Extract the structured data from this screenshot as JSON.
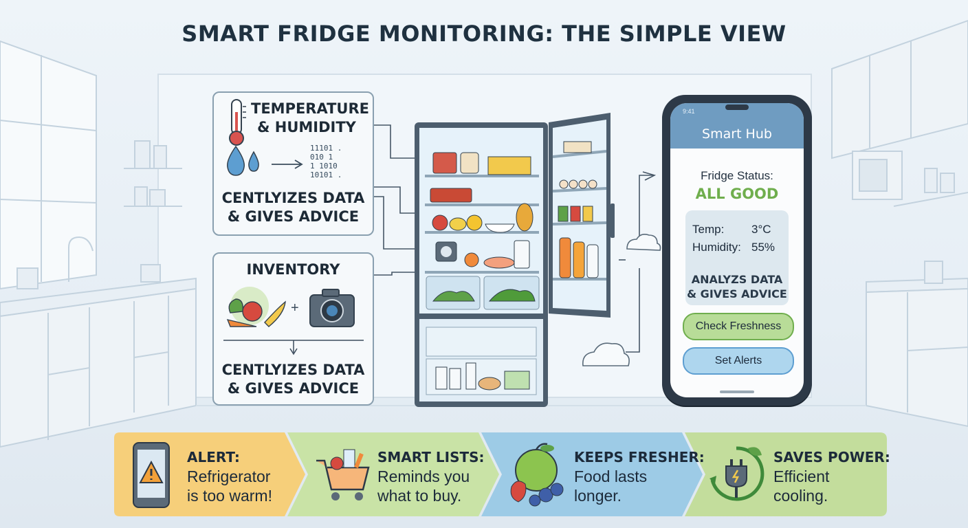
{
  "title": "SMART FRIDGE MONITORING: THE SIMPLE VIEW",
  "sensor_card": {
    "heading_line1": "TEMPERATURE",
    "heading_line2": "& HUMIDITY",
    "binary_lines": [
      "11101 .",
      "010 1",
      "1 1010",
      "10101 ."
    ],
    "footer_line1": "CENTLYIZES DATA",
    "footer_line2": "& GIVES ADVICE"
  },
  "inventory_card": {
    "heading": "INVENTORY",
    "plus": "+",
    "footer_line1": "CENTLYIZES DATA",
    "footer_line2": "& GIVES ADVICE"
  },
  "phone": {
    "status_time": "9:41",
    "app_title": "Smart Hub",
    "status_label": "Fridge Status:",
    "status_value": "ALL GOOD",
    "temp_label": "Temp:",
    "temp_value": "3°C",
    "humidity_label": "Humidity:",
    "humidity_value": "55%",
    "advice_line1": "ANALYZS DATA",
    "advice_line2": "& GIVES ADVICE",
    "check_button": "Check Freshness",
    "alerts_button": "Set Alerts"
  },
  "benefits": [
    {
      "title": "ALERT:",
      "line1": "Refrigerator",
      "line2": "is too warm!",
      "color": "#f6cf7a",
      "icon": "phone-warning-icon"
    },
    {
      "title": "SMART LISTS:",
      "line1": "Reminds you",
      "line2": "what to buy.",
      "color": "#c9e3a6",
      "icon": "shopping-cart-icon"
    },
    {
      "title": "KEEPS FRESHER:",
      "line1": "Food lasts",
      "line2": "longer.",
      "color": "#9dcbe6",
      "icon": "fresh-fruit-icon"
    },
    {
      "title": "SAVES POWER:",
      "line1": "Efficient",
      "line2": "cooling.",
      "color": "#c3dd9c",
      "icon": "eco-plug-icon"
    }
  ],
  "colors": {
    "accent_blue": "#6f9cc1",
    "good_green": "#6fae4d",
    "card_border": "#8aa0b0"
  }
}
